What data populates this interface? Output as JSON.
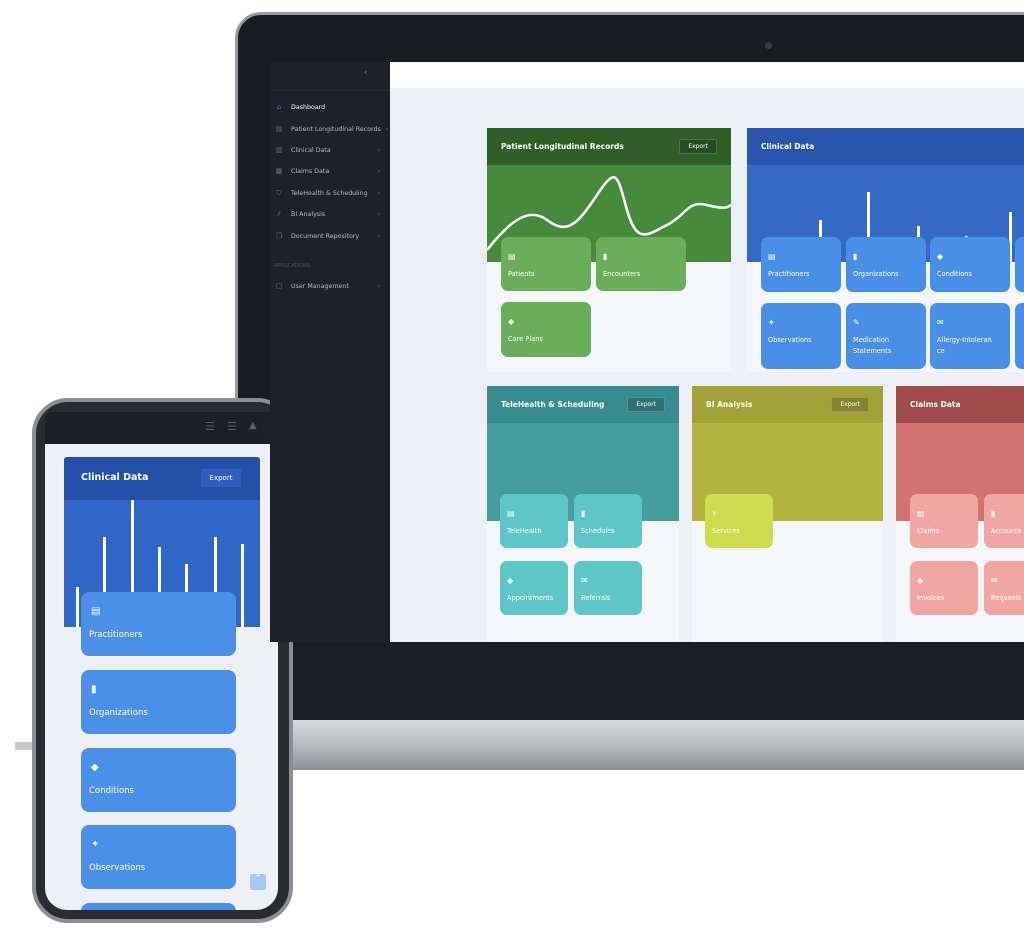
{
  "sidebar": {
    "items": [
      {
        "label": "Dashboard",
        "icon": "home-icon",
        "active": true
      },
      {
        "label": "Patient Longitudinal Records",
        "icon": "records-icon"
      },
      {
        "label": "Clinical Data",
        "icon": "clinical-icon"
      },
      {
        "label": "Claims Data",
        "icon": "claims-icon"
      },
      {
        "label": "TeleHealth & Scheduling",
        "icon": "shield-icon"
      },
      {
        "label": "BI Analysis",
        "icon": "chart-icon"
      },
      {
        "label": "Document Repository",
        "icon": "documents-icon"
      }
    ],
    "section_label": "APPLICATIONS",
    "apps": [
      {
        "label": "User Management",
        "icon": "user-icon"
      }
    ]
  },
  "cards": {
    "plr": {
      "title": "Patient Longitudinal Records",
      "export": "Export",
      "color": "#3f7a35",
      "tiles": [
        "Patients",
        "Encounters",
        "Care Plans"
      ]
    },
    "clinical": {
      "title": "Clinical Data",
      "color": "#2f62c0",
      "tiles": [
        "Practitioners",
        "Organizations",
        "Conditions",
        "Observations",
        "Medication Statements",
        "Allergy-Intolerance"
      ]
    },
    "tele": {
      "title": "TeleHealth & Scheduling",
      "export": "Export",
      "color": "#43999a",
      "tiles": [
        "TeleHealth",
        "Schedules",
        "Appointments",
        "Referrals"
      ]
    },
    "bi": {
      "title": "BI Analysis",
      "export": "Export",
      "color": "#adad3d",
      "tiles": [
        "Services"
      ]
    },
    "claims": {
      "title": "Claims Data",
      "color": "#cf716e",
      "tiles": [
        "Claims",
        "Accounts",
        "Invoices",
        "Requests"
      ]
    }
  },
  "phone": {
    "title": "Clinical Data",
    "export": "Export",
    "tiles": [
      "Practitioners",
      "Organizations",
      "Conditions",
      "Observations"
    ]
  }
}
